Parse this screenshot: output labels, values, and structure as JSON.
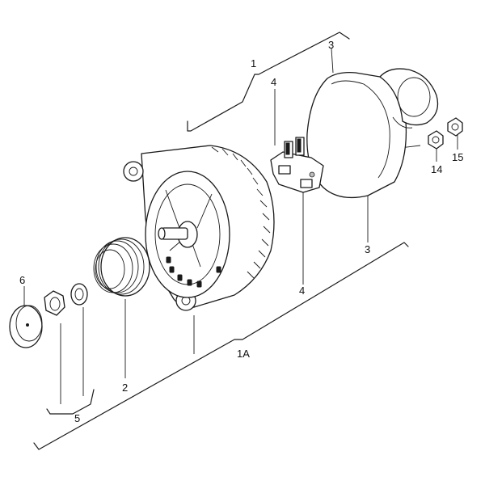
{
  "labels": {
    "l1": "1",
    "l1a": "1A",
    "l2": "2",
    "l3_top": "3",
    "l3_bottom": "3",
    "l4_top": "4",
    "l4_bottom": "4",
    "l5": "5",
    "l6": "6",
    "l14": "14",
    "l15": "15"
  }
}
